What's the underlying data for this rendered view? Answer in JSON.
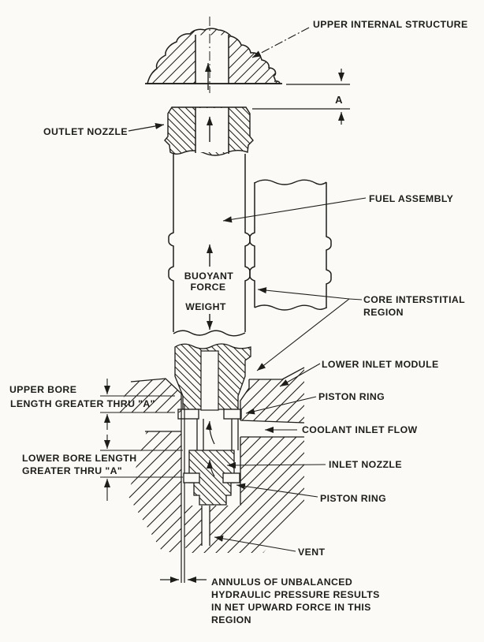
{
  "figure": {
    "type": "engineering-cross-section",
    "subject": "reactor fuel assembly hold-down / hydraulic balance diagram",
    "colors": {
      "ink": "#1d1d1b",
      "paper": "#fbfaf6"
    },
    "labels": {
      "upper_internal_structure": "UPPER INTERNAL STRUCTURE",
      "dim_a": "A",
      "outlet_nozzle": "OUTLET NOZZLE",
      "fuel_assembly": "FUEL ASSEMBLY",
      "buoyant_line1": "BUOYANT",
      "buoyant_line2": "FORCE",
      "weight": "WEIGHT",
      "core_interstitial_line1": "CORE INTERSTITIAL",
      "core_interstitial_line2": "REGION",
      "lower_inlet_module": "LOWER INLET MODULE",
      "upper_bore_line1": "UPPER BORE",
      "upper_bore_line2": "LENGTH GREATER THRU \"A\"",
      "piston_ring_upper": "PISTON RING",
      "coolant_inlet_flow": "COOLANT INLET FLOW",
      "lower_bore_line1": "LOWER BORE LENGTH",
      "lower_bore_line2": "GREATER THRU \"A\"",
      "inlet_nozzle": "INLET NOZZLE",
      "piston_ring_lower": "PISTON RING",
      "vent": "VENT",
      "annulus_note_line1": "ANNULUS OF UNBALANCED",
      "annulus_note_line2": "HYDRAULIC PRESSURE RESULTS",
      "annulus_note_line3": "IN NET UPWARD FORCE IN THIS",
      "annulus_note_line4": "REGION"
    }
  }
}
